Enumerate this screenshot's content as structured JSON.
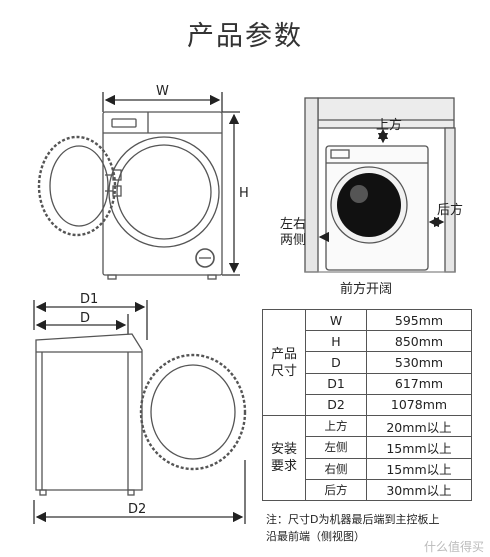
{
  "title": "产品参数",
  "labels": {
    "w": "W",
    "h": "H",
    "d1": "D1",
    "d": "D",
    "d2": "D2",
    "top": "上方",
    "sides_line1": "左右",
    "sides_line2": "两侧",
    "back": "后方",
    "front": "前方开阔"
  },
  "table": {
    "groups": {
      "product": [
        "产品",
        "尺寸"
      ],
      "install": [
        "安装",
        "要求"
      ]
    },
    "product_rows": [
      {
        "key": "W",
        "value": "595mm"
      },
      {
        "key": "H",
        "value": "850mm"
      },
      {
        "key": "D",
        "value": "530mm"
      },
      {
        "key": "D1",
        "value": "617mm"
      },
      {
        "key": "D2",
        "value": "1078mm"
      }
    ],
    "install_rows": [
      {
        "key": "上方",
        "value": "20mm以上"
      },
      {
        "key": "左侧",
        "value": "15mm以上"
      },
      {
        "key": "右侧",
        "value": "15mm以上"
      },
      {
        "key": "后方",
        "value": "30mm以上"
      }
    ]
  },
  "note": {
    "line1": "注：尺寸D为机器最后端到主控板上",
    "line2": "沿最前端（侧视图）"
  },
  "watermark": "什么值得买"
}
